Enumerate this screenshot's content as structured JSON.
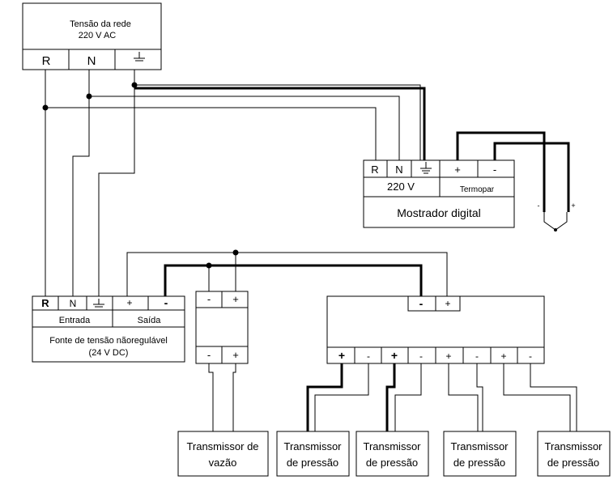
{
  "mains": {
    "title_line1": "Tensão da  rede",
    "title_line2": "220 V AC",
    "term_r": "R",
    "term_n": "N"
  },
  "display": {
    "term_r": "R",
    "term_n": "N",
    "term_plus": "+",
    "term_minus": "-",
    "voltage": "220 V",
    "thermocouple": "Termopar",
    "name": "Mostrador digital"
  },
  "thermocouple_probe": {
    "minus": "-",
    "plus": "+"
  },
  "psu": {
    "term_r": "R",
    "term_n": "N",
    "term_plus": "+",
    "term_minus": "-",
    "input_label": "Entrada",
    "output_label": "Saída",
    "name_line1": "Fonte de tensão nãoregulável",
    "name_line2": "(24 V DC)"
  },
  "flow_barrier": {
    "top_minus": "-",
    "top_plus": "+",
    "bottom_minus": "-",
    "bottom_plus": "+"
  },
  "pressure_barrier": {
    "supply_minus": "-",
    "supply_plus": "+",
    "outputs": [
      "+",
      "-",
      "+",
      "-",
      "+",
      "-",
      "+",
      "-"
    ]
  },
  "transmitters": {
    "flow": {
      "line1": "Transmissor de",
      "line2": "vazão"
    },
    "pressure": [
      {
        "line1": "Transmissor",
        "line2": "de pressão"
      },
      {
        "line1": "Transmissor",
        "line2": "de pressão"
      },
      {
        "line1": "Transmissor",
        "line2": "de pressão"
      },
      {
        "line1": "Transmissor",
        "line2": "de pressão"
      }
    ]
  }
}
